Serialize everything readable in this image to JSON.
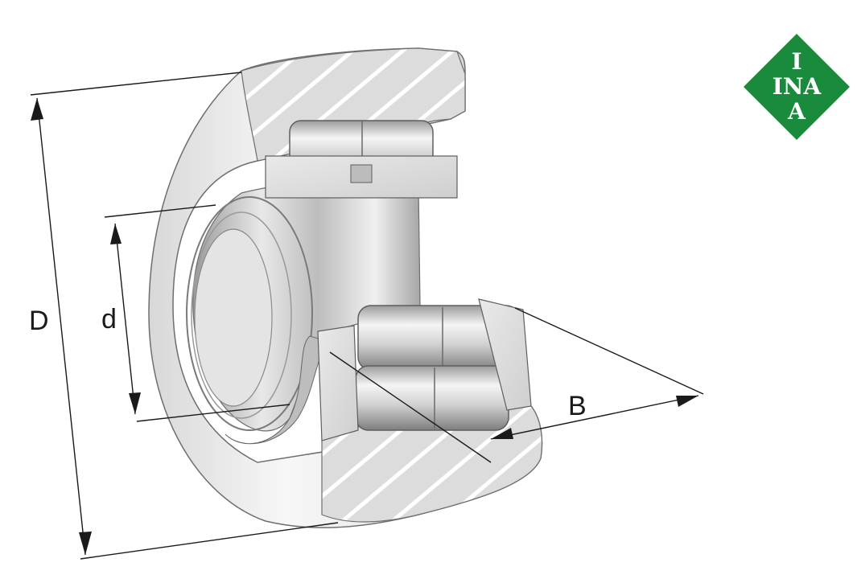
{
  "dimensions": {
    "outer_diameter_label": "D",
    "bore_diameter_label": "d",
    "width_label": "B"
  },
  "logo": {
    "text_top": "I",
    "text_middle": "INA",
    "text_bottom": "A",
    "color": "#1a8a3c"
  },
  "colors": {
    "line": "#1a1a1a",
    "metal_light": "#f2f2f2",
    "metal_mid": "#cfcfcf",
    "metal_dark": "#8a8a8a"
  }
}
